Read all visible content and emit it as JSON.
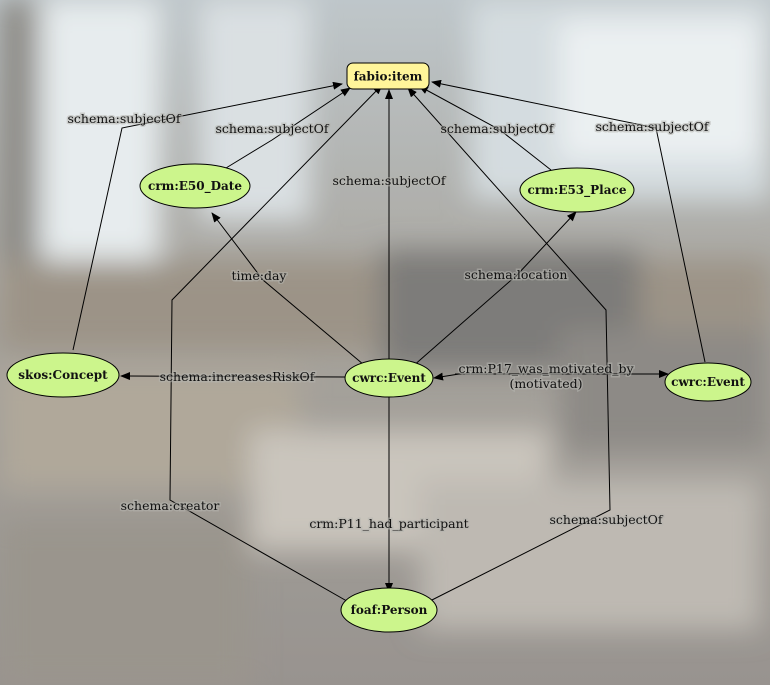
{
  "colors": {
    "node_fill": "#ccf58c",
    "root_fill": "#fff59a",
    "stroke": "#000000"
  },
  "nodes": {
    "item": {
      "label": "fabio:item"
    },
    "date": {
      "label": "crm:E50_Date"
    },
    "place": {
      "label": "crm:E53_Place"
    },
    "concept": {
      "label": "skos:Concept"
    },
    "event": {
      "label": "cwrc:Event"
    },
    "event2": {
      "label": "cwrc:Event"
    },
    "person": {
      "label": "foaf:Person"
    }
  },
  "edges": [
    {
      "label": "schema:subjectOf"
    },
    {
      "label": "schema:subjectOf"
    },
    {
      "label": "schema:subjectOf"
    },
    {
      "label": "schema:subjectOf"
    },
    {
      "label": "schema:subjectOf"
    },
    {
      "label": "time:day"
    },
    {
      "label": "schema:location"
    },
    {
      "label": "schema:increasesRiskOf"
    },
    {
      "label": "crm:P17_was_motivated_by",
      "sublabel": "(motivated)"
    },
    {
      "label": "crm:P11_had_participant"
    },
    {
      "label": "schema:creator"
    },
    {
      "label": "schema:subjectOf"
    }
  ]
}
